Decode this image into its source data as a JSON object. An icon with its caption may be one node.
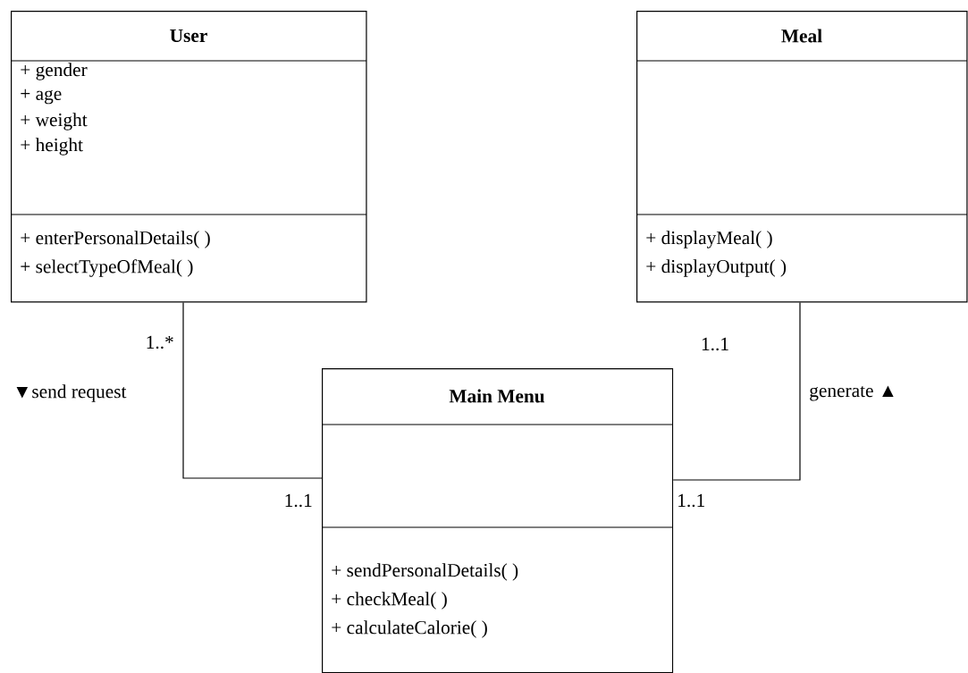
{
  "diagram": {
    "nodes": [
      {
        "text": [
          "User",
          "+ gender",
          "+ age",
          "+ weight",
          "+ height",
          "+ enterPersonalDetails( )",
          "+ selectTypeOfMeal( )"
        ]
      },
      {
        "text": [
          "Meal",
          "+ displayMeal( )",
          "+ displayOutput( )"
        ]
      },
      {
        "text": [
          "Main Menu",
          "+ sendPersonalDetails( )",
          "+ checkMeal( )",
          "+ calculateCalorie( )"
        ]
      }
    ],
    "edges": [
      {
        "from": 0,
        "to": 2,
        "arrow": "none",
        "label": "▼send request"
      },
      {
        "from": 1,
        "to": 2,
        "arrow": "none",
        "label": "generate ▲"
      }
    ],
    "labels": [
      "1..*",
      "1..1",
      "1..1",
      "1..1"
    ]
  }
}
